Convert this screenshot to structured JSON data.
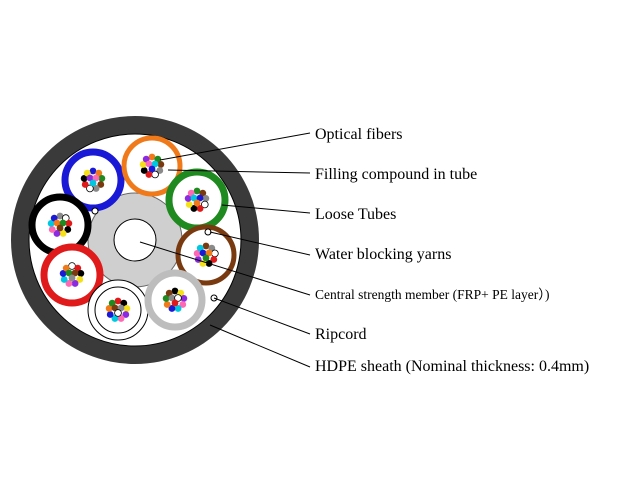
{
  "labels": {
    "optical_fibers": "Optical fibers",
    "filling_compound": "Filling compound in tube",
    "loose_tubes": "Loose Tubes",
    "water_blocking": "Water blocking yarns",
    "central_member": "Central strength member (FRP+ PE layer）)",
    "ripcord": "Ripcord",
    "hdpe_sheath": "HDPE sheath (Nominal thickness: 0.4mm)"
  },
  "colors": {
    "sheath": "#3a3a3a",
    "central_member": "#cfcfcf",
    "tube_blue": "#1a1ad6",
    "tube_orange": "#f07a1a",
    "tube_green": "#1f8a1f",
    "tube_brown": "#7a3a10",
    "tube_black": "#000000",
    "tube_red": "#e01a1a",
    "tube_white": "#ffffff",
    "tube_gray": "#bdbdbd"
  },
  "fiber_colors": [
    "#1a1ad6",
    "#f07a1a",
    "#1f8a1f",
    "#7a3a10",
    "#8a8a8a",
    "#ffffff",
    "#e01a1a",
    "#000000",
    "#f5e11a",
    "#8a2be2",
    "#ff69b4",
    "#00c8e0"
  ]
}
